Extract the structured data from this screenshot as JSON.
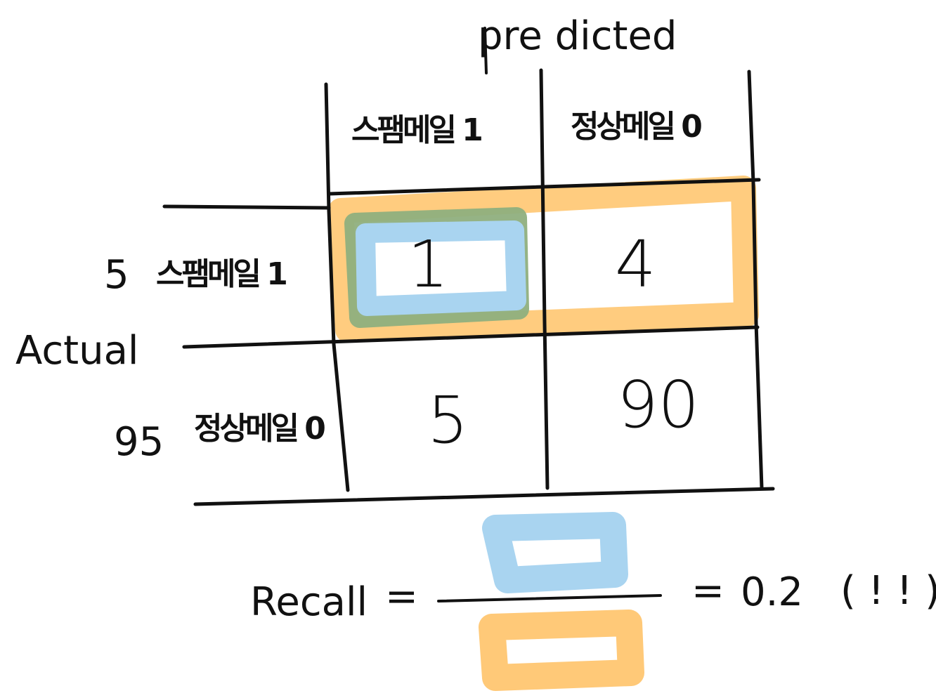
{
  "colors": {
    "ink": "#111111",
    "orange_highlight": "#FFC978",
    "blue_highlight": "#A9D4F0",
    "green_overlap": "#8FAF7E"
  },
  "header": {
    "predicted_label": "pre dicted"
  },
  "columns": [
    {
      "label": "스팸메일 1"
    },
    {
      "label": "정상메일 0"
    }
  ],
  "actual_label": "Actual",
  "rows": [
    {
      "count": "5",
      "label": "스팸메일 1",
      "cells": [
        "1",
        "4"
      ]
    },
    {
      "count": "95",
      "label": "정상메일 0",
      "cells": [
        "5",
        "90"
      ]
    }
  ],
  "formula": {
    "lhs": "Recall",
    "eq1": "=",
    "eq2": "=",
    "result": "0.2",
    "exclaim": "( ! ! )",
    "numerator_color_name": "blue",
    "denominator_color_name": "orange"
  }
}
